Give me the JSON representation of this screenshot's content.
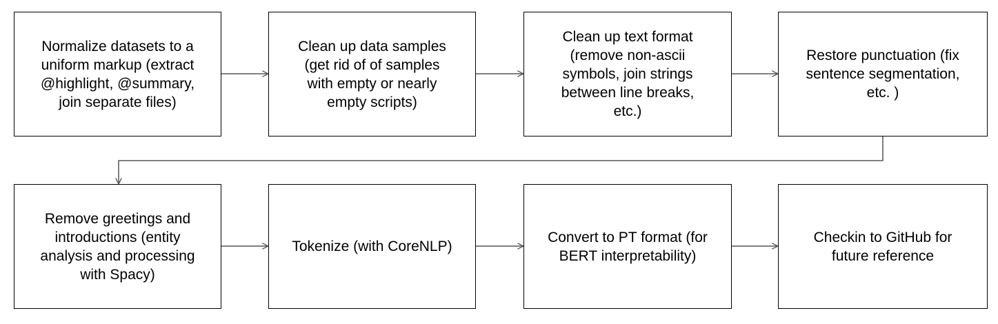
{
  "steps": [
    {
      "label": "Normalize datasets to a\nuniform markup (extract\n@highlight, @summary,\njoin separate files)"
    },
    {
      "label": "Clean up data samples\n(get rid of of samples\nwith empty or nearly\nempty scripts)"
    },
    {
      "label": "Clean up text format\n(remove non-ascii\nsymbols, join strings\nbetween line breaks,\netc.)"
    },
    {
      "label": "Restore punctuation (fix\nsentence segmentation,\netc. )"
    },
    {
      "label": "Remove greetings and\nintroductions (entity\nanalysis and processing\nwith Spacy)"
    },
    {
      "label": "Tokenize (with CoreNLP)"
    },
    {
      "label": "Convert to PT format (for\nBERT interpretability)"
    },
    {
      "label": "Checkin to GitHub for\nfuture reference"
    }
  ]
}
